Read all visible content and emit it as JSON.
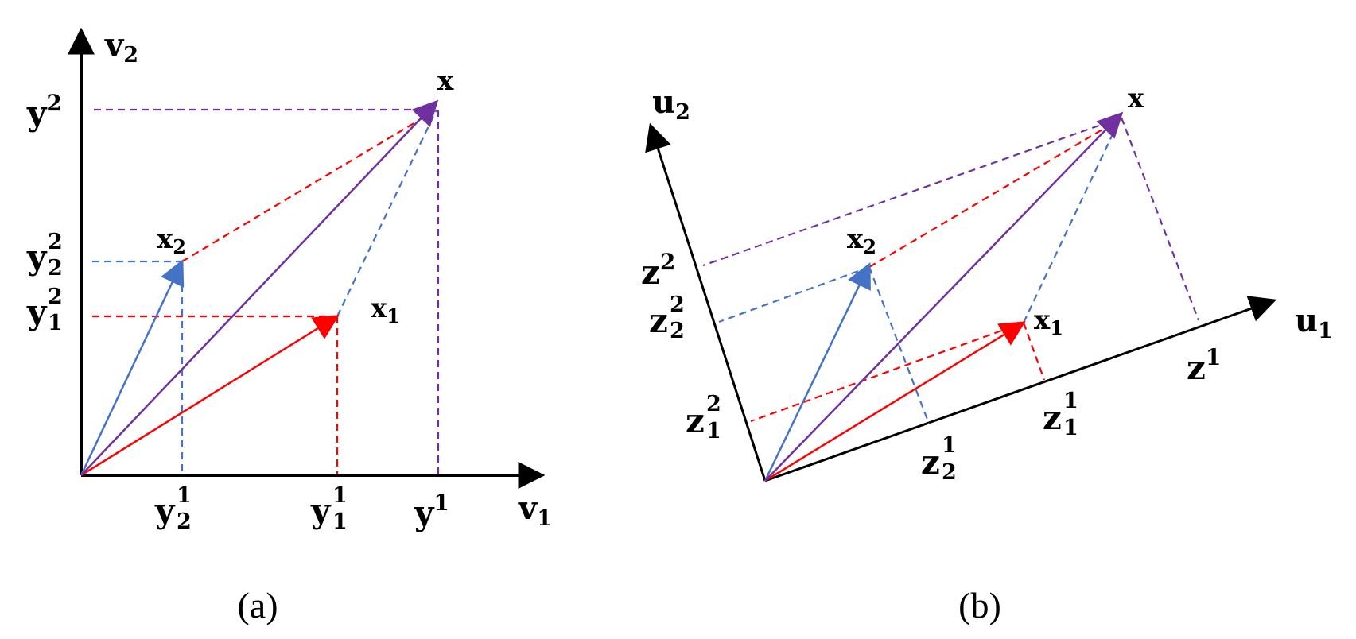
{
  "colors": {
    "axis": "#000000",
    "red": "#ff0000",
    "blue": "#4472c4",
    "purple": "#7030a0"
  },
  "panel_a": {
    "caption": "(a)",
    "axis_x": {
      "base": "v",
      "sub": "1"
    },
    "axis_y": {
      "base": "v",
      "sub": "2"
    },
    "vec_x": {
      "base": "x"
    },
    "vec_x1": {
      "base": "x",
      "sub": "1"
    },
    "vec_x2": {
      "base": "x",
      "sub": "2"
    },
    "proj_y1": {
      "base": "y",
      "sup": "1"
    },
    "proj_y2": {
      "base": "y",
      "sup": "2"
    },
    "proj_y11": {
      "base": "y",
      "sup": "1",
      "sub": "1"
    },
    "proj_y21": {
      "base": "y",
      "sup": "1",
      "sub": "2"
    },
    "proj_y12": {
      "base": "y",
      "sup": "2",
      "sub": "1"
    },
    "proj_y22": {
      "base": "y",
      "sup": "2",
      "sub": "2"
    }
  },
  "panel_b": {
    "caption": "(b)",
    "axis_u1": {
      "base": "u",
      "sub": "1"
    },
    "axis_u2": {
      "base": "u",
      "sub": "2"
    },
    "vec_x": {
      "base": "x"
    },
    "vec_x1": {
      "base": "x",
      "sub": "1"
    },
    "vec_x2": {
      "base": "x",
      "sub": "2"
    },
    "proj_z1": {
      "base": "z",
      "sup": "1"
    },
    "proj_z2": {
      "base": "z",
      "sup": "2"
    },
    "proj_z11": {
      "base": "z",
      "sup": "1",
      "sub": "1"
    },
    "proj_z21": {
      "base": "z",
      "sup": "1",
      "sub": "2"
    },
    "proj_z12": {
      "base": "z",
      "sup": "2",
      "sub": "1"
    },
    "proj_z22": {
      "base": "z",
      "sup": "2",
      "sub": "2"
    }
  }
}
